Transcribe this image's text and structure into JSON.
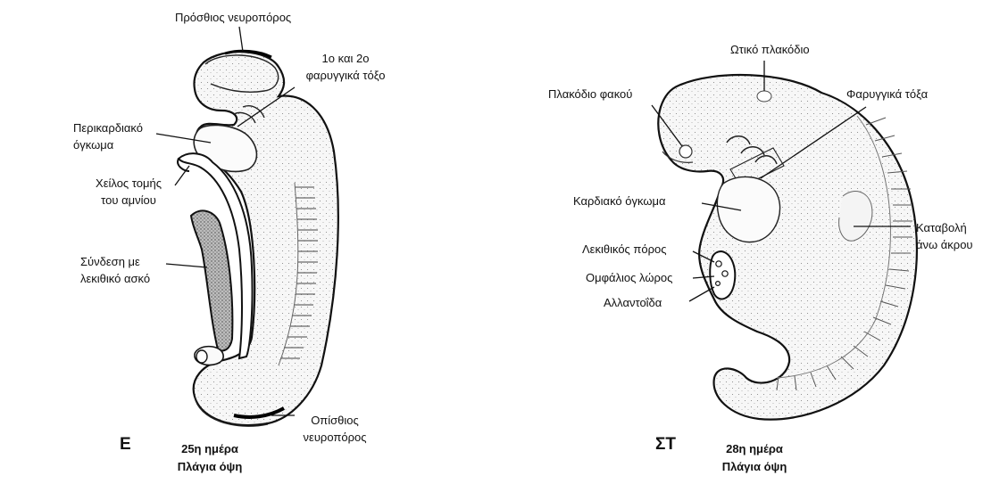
{
  "panel_e": {
    "letter": "Ε",
    "caption_day": "25η ημέρα",
    "caption_view": "Πλάγια όψη",
    "labels": {
      "anterior_neuropore": "Πρόσθιος νευροπόρος",
      "arches_line1": "1ο και 2ο",
      "arches_line2": "φαρυγγικά τόξο",
      "pericardial_line1": "Περικαρδιακό",
      "pericardial_line2": "όγκωμα",
      "amnion_line1": "Χείλος τομής",
      "amnion_line2": "του αμνίου",
      "yolk_line1": "Σύνδεση με",
      "yolk_line2": "λεκιθικό ασκό",
      "posterior_line1": "Οπίσθιος",
      "posterior_line2": "νευροπόρος"
    }
  },
  "panel_st": {
    "letter": "ΣΤ",
    "caption_day": "28η ημέρα",
    "caption_view": "Πλάγια όψη",
    "labels": {
      "otic": "Ωτικό πλακόδιο",
      "lens": "Πλακόδιο φακού",
      "arches": "Φαρυγγικά τόξα",
      "heart": "Καρδιακό όγκωμα",
      "limb_line1": "Καταβολή",
      "limb_line2": "άνω άκρου",
      "vitelline": "Λεκιθικός πόρος",
      "umbilical": "Ομφάλιος λώρος",
      "allantois": "Αλλαντοΐδα"
    }
  }
}
